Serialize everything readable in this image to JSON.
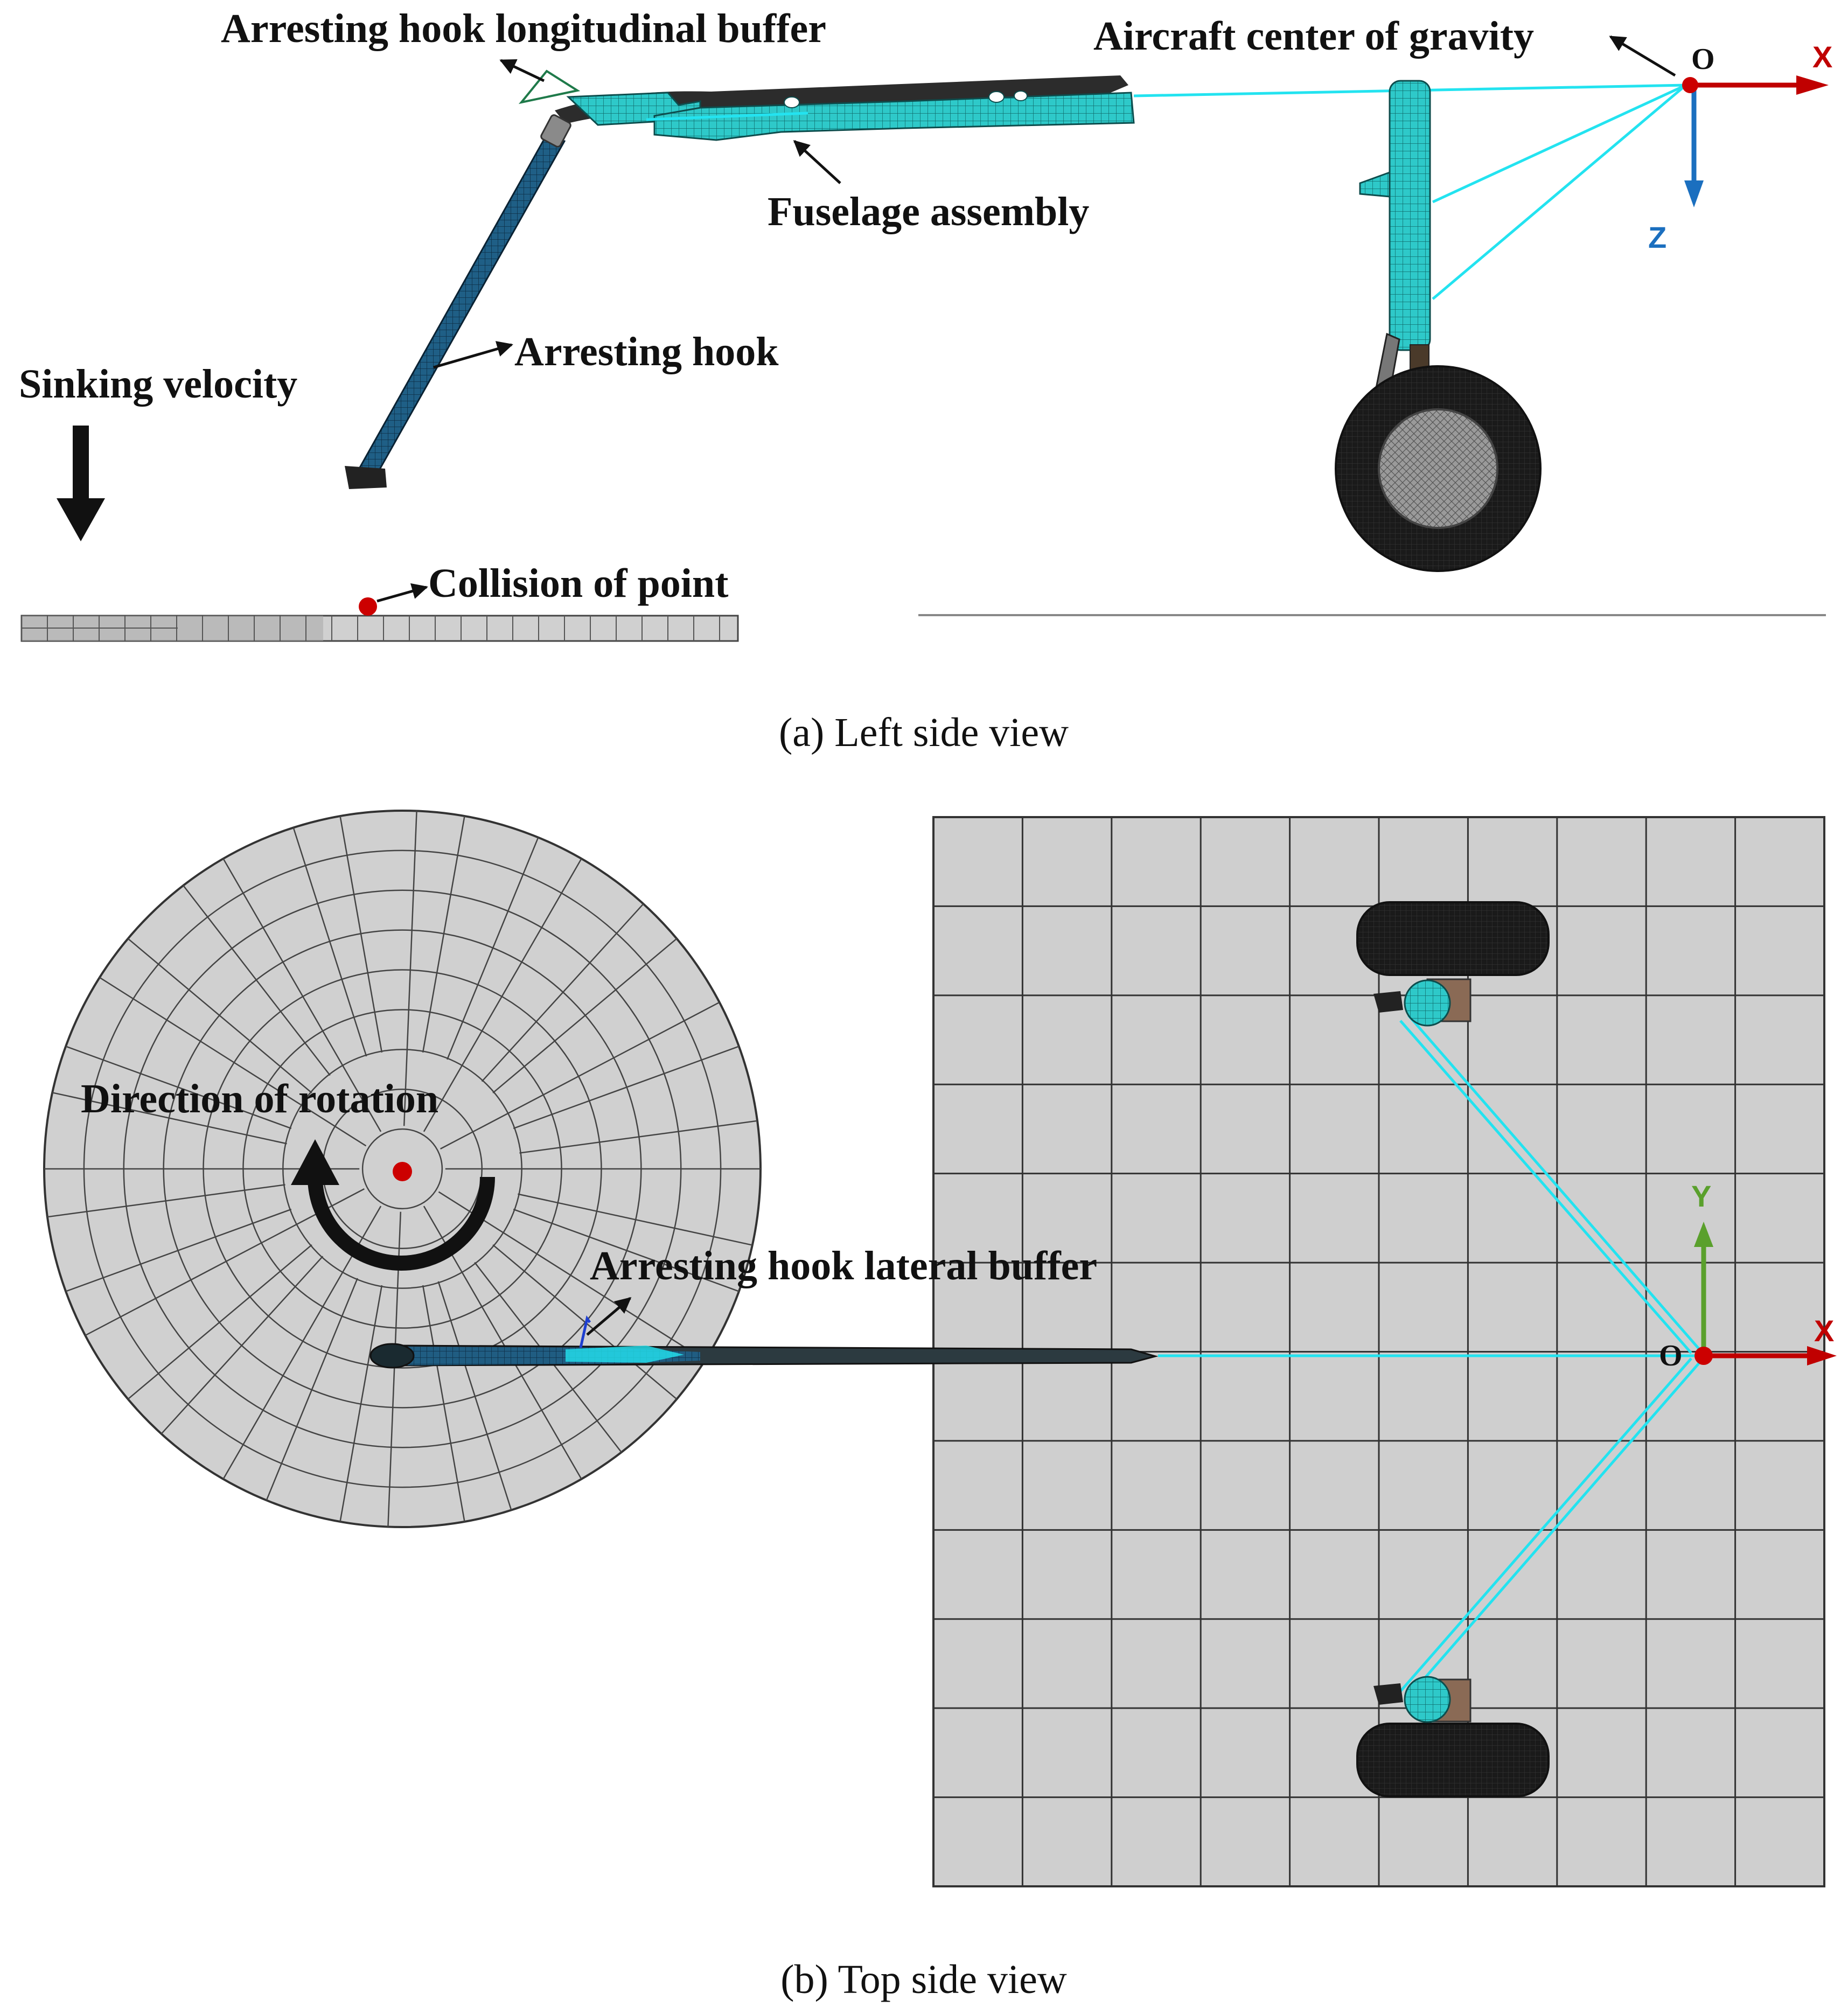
{
  "panel_a": {
    "labels": {
      "longitudinal_buffer": "Arresting hook longitudinal buffer",
      "center_of_gravity": "Aircraft center of gravity",
      "fuselage": "Fuselage assembly",
      "arresting_hook": "Arresting hook",
      "sinking_velocity": "Sinking velocity",
      "collision_point": "Collision of point"
    },
    "axes": {
      "origin": "O",
      "x": "X",
      "z": "Z"
    },
    "caption": "(a) Left side view"
  },
  "panel_b": {
    "labels": {
      "direction_of_rotation": "Direction of rotation",
      "lateral_buffer": "Arresting hook lateral buffer"
    },
    "axes": {
      "origin": "O",
      "x": "X",
      "y": "Y"
    },
    "caption": "(b) Top side view"
  },
  "colors": {
    "mesh_teal": "#2ec9c9",
    "hook_blue": "#1f5f86",
    "cable_cyan": "#23e3f0",
    "x_axis_red": "#c00000",
    "z_axis_blue": "#1b6fbf",
    "y_axis_green": "#5aa02c",
    "marker_red": "#cc0000",
    "plate_gray": "#cfcfcf",
    "tire_black": "#1a1a1a"
  }
}
